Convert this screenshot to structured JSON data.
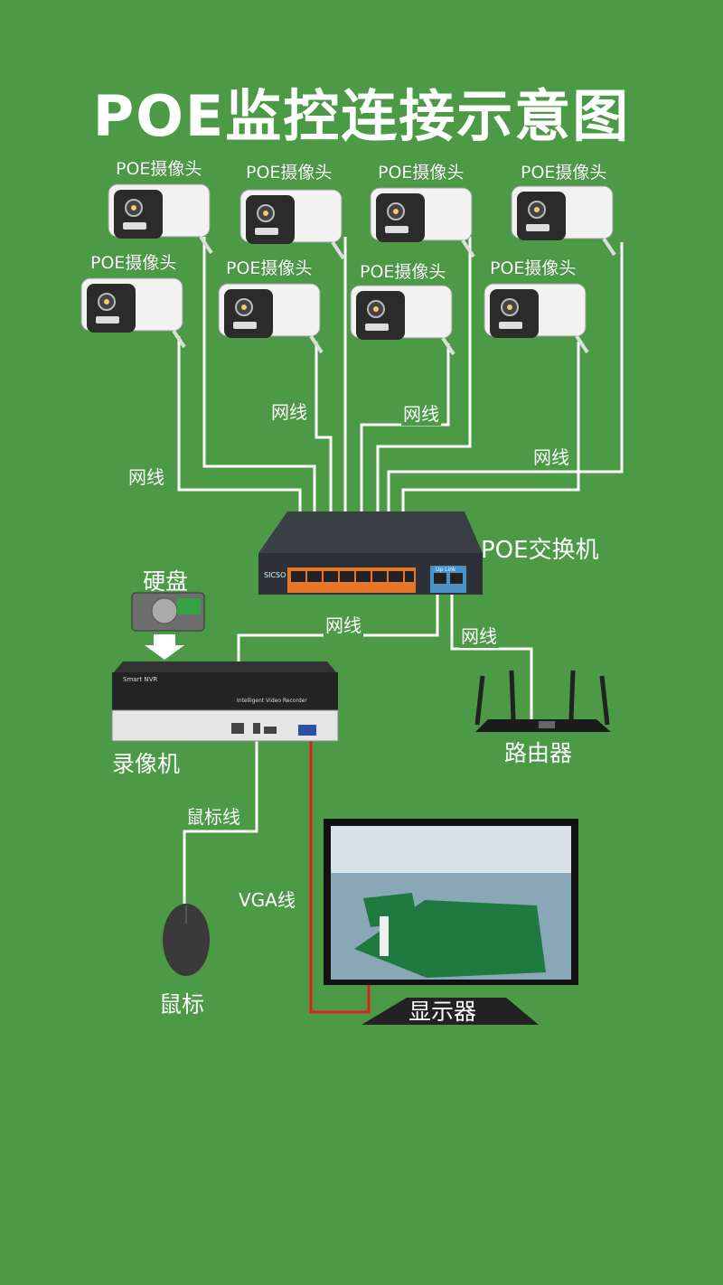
{
  "title": "POE监控连接示意图",
  "cameras": [
    {
      "label": "POE摄像头"
    },
    {
      "label": "POE摄像头"
    },
    {
      "label": "POE摄像头"
    },
    {
      "label": "POE摄像头"
    },
    {
      "label": "POE摄像头"
    },
    {
      "label": "POE摄像头"
    },
    {
      "label": "POE摄像头"
    },
    {
      "label": "POE摄像头"
    }
  ],
  "devices": {
    "switch": "POE交换机",
    "hdd": "硬盘",
    "nvr": "录像机",
    "router": "路由器",
    "mouse": "鼠标",
    "monitor": "显示器"
  },
  "cables": {
    "net1": "网线",
    "net2": "网线",
    "net3": "网线",
    "net4": "网线",
    "net5": "网线",
    "net6": "网线",
    "mouse_cable": "鼠标线",
    "vga_cable": "VGA线"
  },
  "device_text": {
    "switch_brand": "SICSO",
    "switch_uplink": "Up Link",
    "nvr_brand": "Smart NVR",
    "nvr_model": "Intelligent Video Recorder"
  },
  "colors": {
    "background": "#4c9a46",
    "wire": "#ffffff",
    "vga_wire": "#e0201c",
    "port_orange": "#e8762a",
    "switch_body": "#2e3238"
  }
}
